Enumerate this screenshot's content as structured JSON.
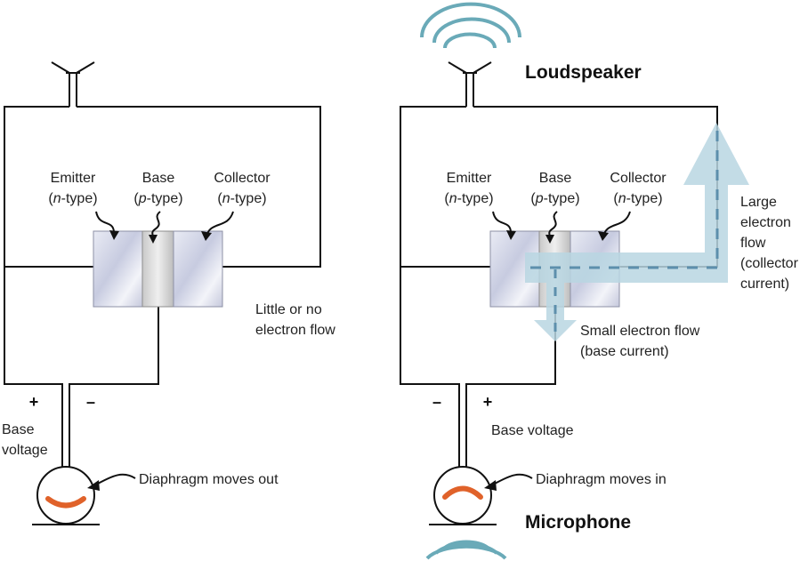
{
  "left": {
    "emitter": {
      "name": "Emitter",
      "type_open": "(",
      "type_letter": "n",
      "type_close": "-type)"
    },
    "base": {
      "name": "Base",
      "type_open": "(",
      "type_letter": "p",
      "type_close": "-type)"
    },
    "collector": {
      "name": "Collector",
      "type_open": "(",
      "type_letter": "n",
      "type_close": "-type)"
    },
    "flow_note": [
      "Little or no",
      "electron flow"
    ],
    "plus_sign": "+",
    "minus_sign": "–",
    "base_voltage": [
      "Base",
      "voltage"
    ],
    "diaphragm": "Diaphragm moves out"
  },
  "right": {
    "speaker": "Loudspeaker",
    "emitter": {
      "name": "Emitter",
      "type_open": "(",
      "type_letter": "n",
      "type_close": "-type)"
    },
    "base": {
      "name": "Base",
      "type_open": "(",
      "type_letter": "p",
      "type_close": "-type)"
    },
    "collector": {
      "name": "Collector",
      "type_open": "(",
      "type_letter": "n",
      "type_close": "-type)"
    },
    "large_flow": [
      "Large",
      "electron",
      "flow",
      "(collector",
      "current)"
    ],
    "small_flow": [
      "Small electron flow",
      "(base current)"
    ],
    "minus_sign": "–",
    "plus_sign": "+",
    "base_voltage": "Base voltage",
    "diaphragm": "Diaphragm moves in",
    "microphone": "Microphone"
  },
  "colors": {
    "flow_band": "#b9d6e2",
    "flow_dash": "#5d8fac",
    "sound_waves": "#6aaab8",
    "diaphragm": "#e0622a",
    "wire": "#111111"
  }
}
